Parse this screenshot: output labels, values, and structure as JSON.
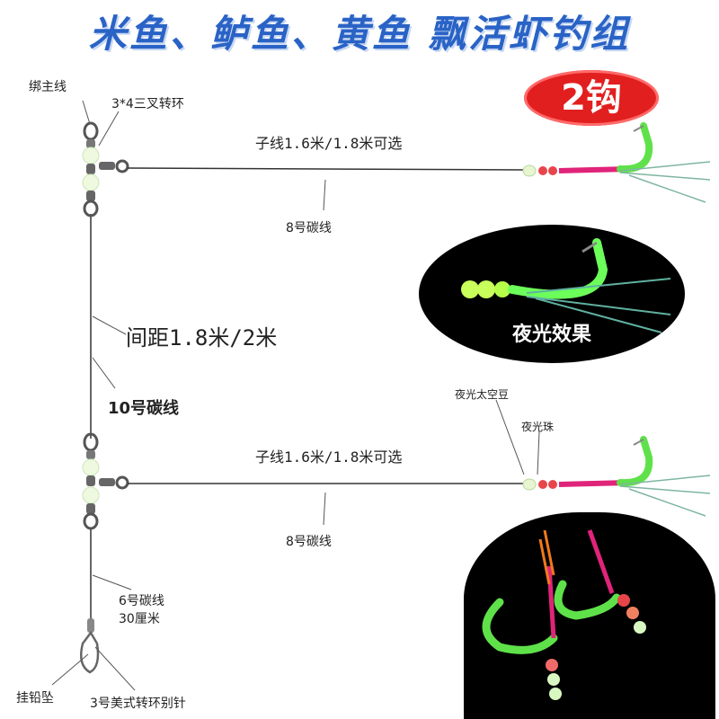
{
  "title": "米鱼、鲈鱼、黄鱼  飘活虾钓组",
  "badge": "2钩",
  "labels": {
    "main_line": "绑主线",
    "swivel": "3*4三叉转环",
    "branch_top": "子线1.6米/1.8米可选",
    "carbon_top": "8号碳线",
    "spacing": "间距1.8米/2米",
    "main_carbon": "10号碳线",
    "night_effect": "夜光效果",
    "space_bean": "夜光太空豆",
    "glow_bead": "夜光珠",
    "branch_bottom": "子线1.6米/1.8米可选",
    "carbon_bottom": "8号碳线",
    "leader": "6号碳线",
    "leader_len": "30厘米",
    "sinker": "挂铅坠",
    "snap": "3号美式转环别针"
  },
  "colors": {
    "title": "#2a63c6",
    "badge": "#e21f1f",
    "hook_glow": "#5fe14a",
    "bead_red": "#e8454a",
    "bead_glow": "#d6f5b0",
    "skirt_pink": "#e0247a"
  }
}
